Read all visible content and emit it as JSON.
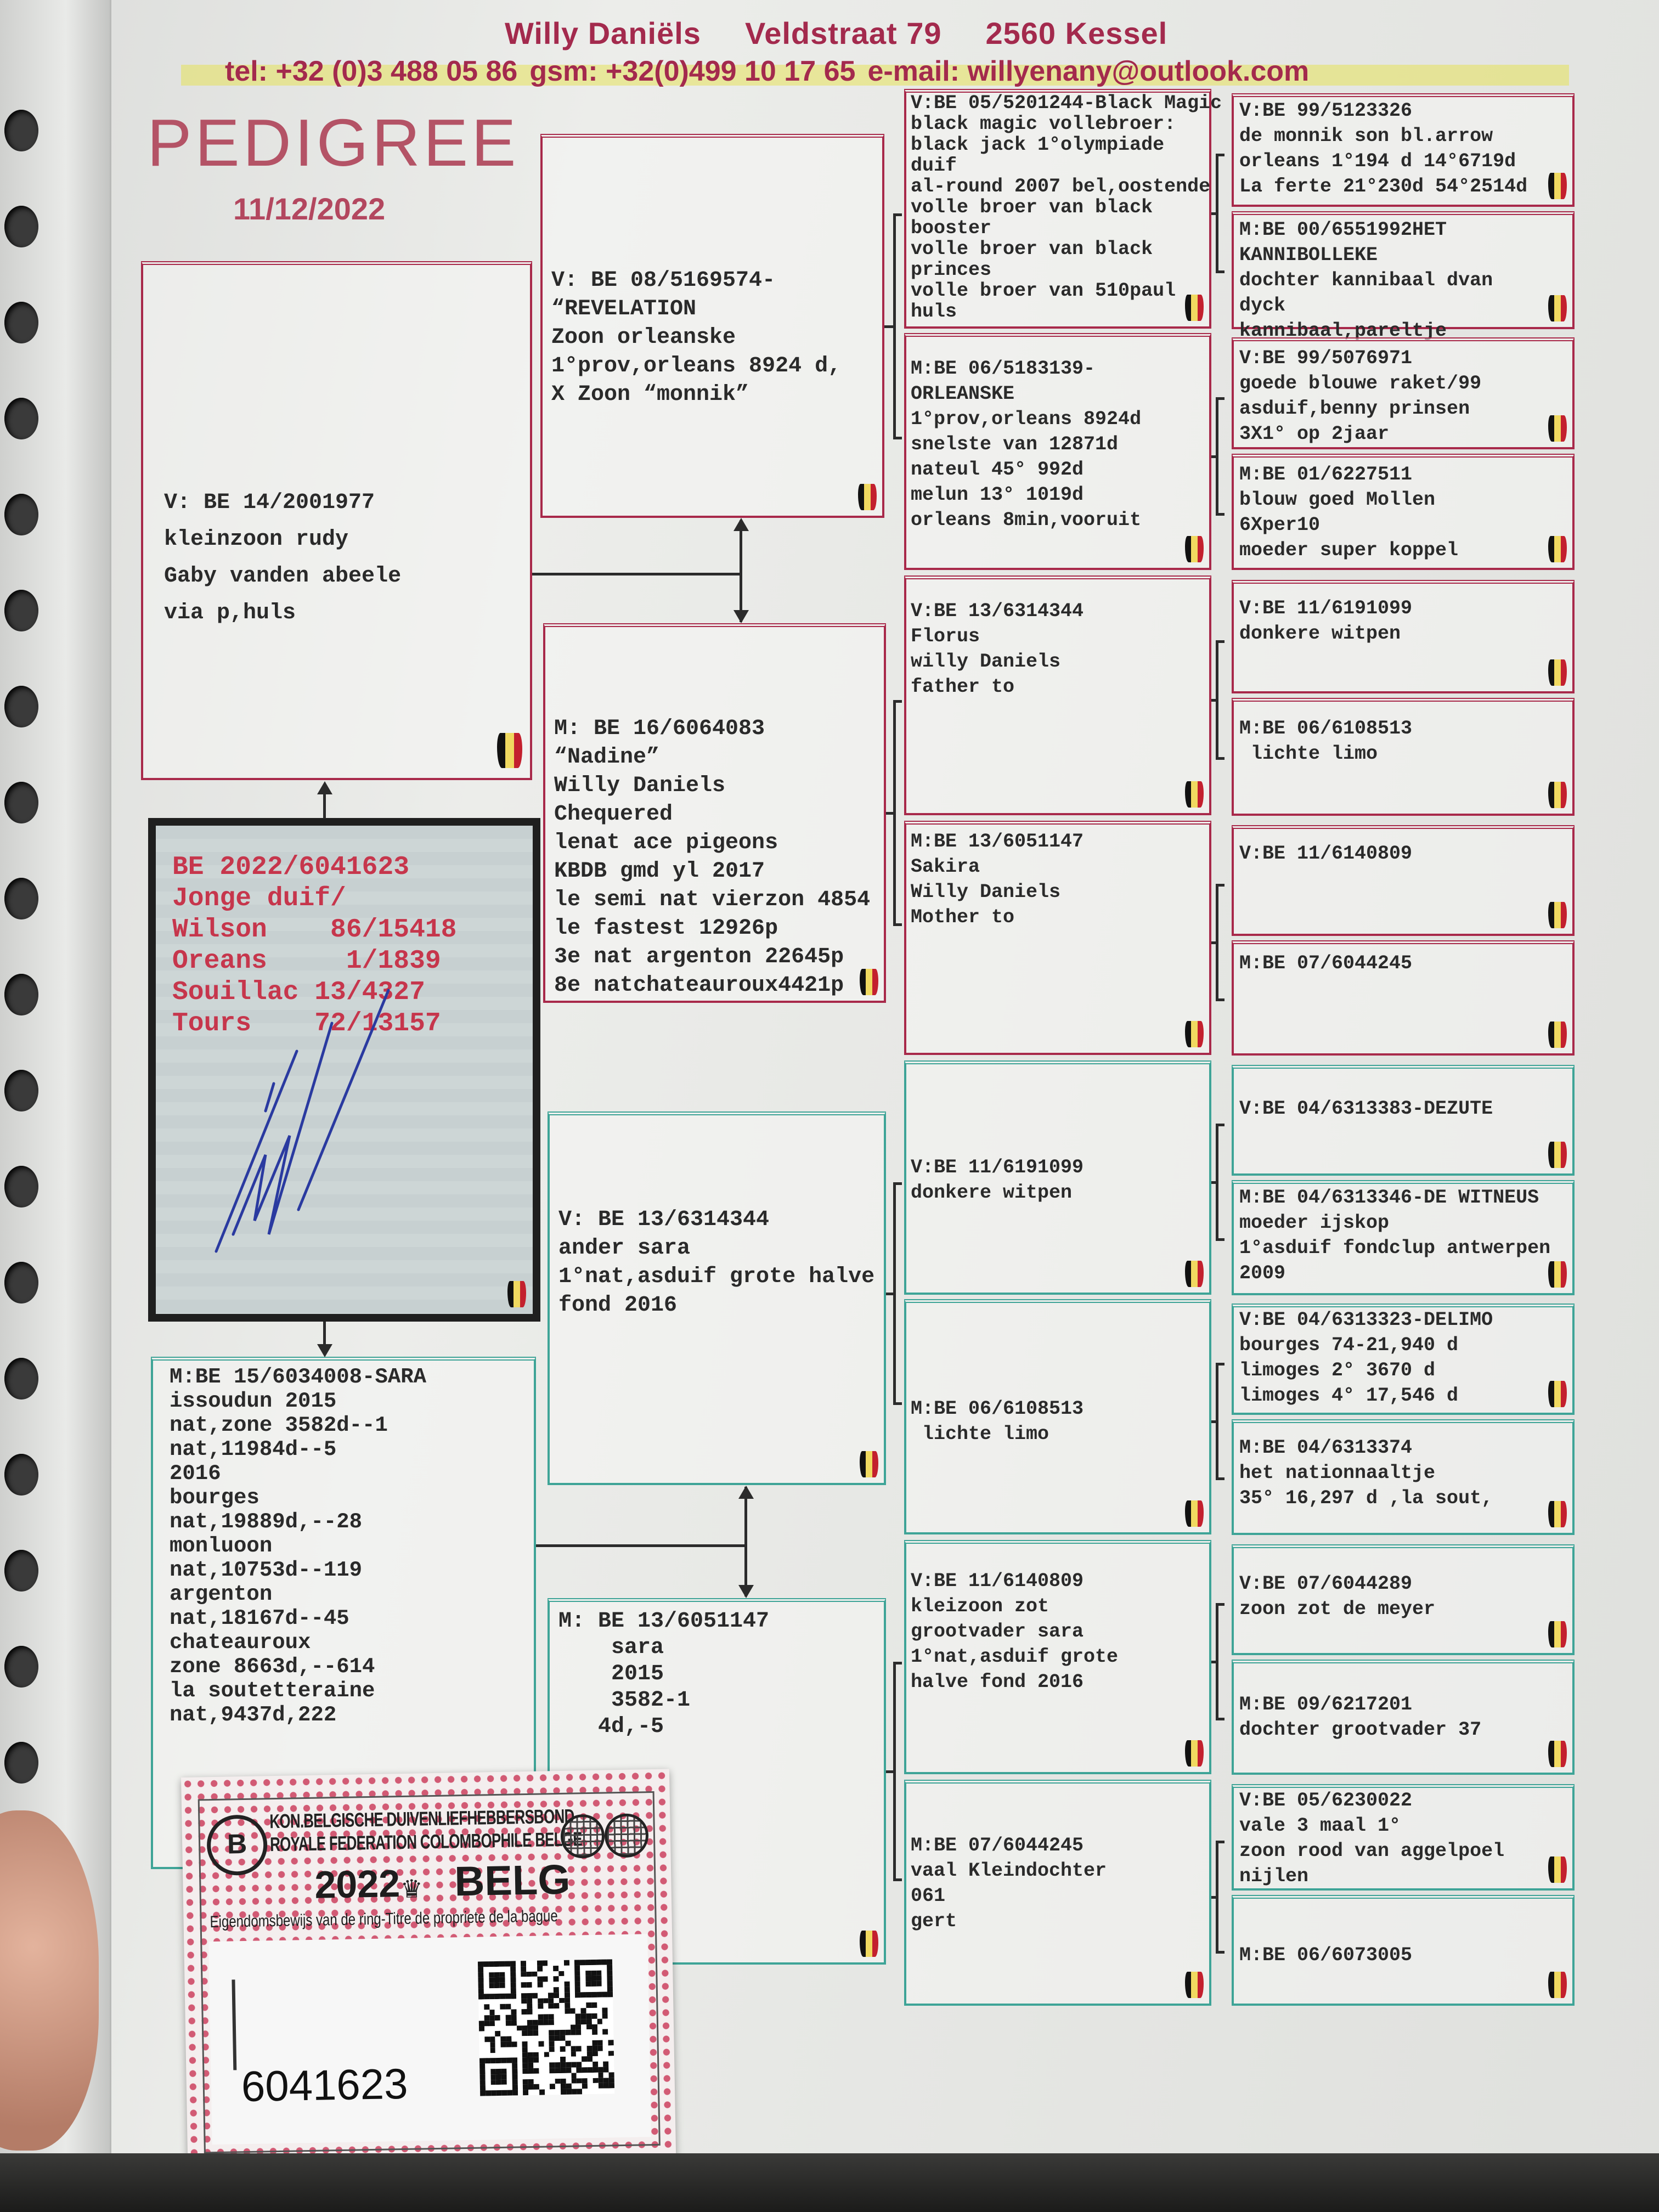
{
  "header": {
    "owner_name": "Willy Daniëls",
    "street": "Veldstraat 79",
    "city": "2560 Kessel",
    "tel": "tel: +32 (0)3 488 05 86",
    "gsm": "gsm: +32(0)499 10 17 65",
    "email": "e-mail: willyenany@outlook.com"
  },
  "title": "PEDIGREE",
  "date": "11/12/2022",
  "subject": {
    "lines": [
      "BE 2022/6041623",
      "Jonge duif/",
      "Wilson    86/15418",
      "Oreans     1/1839",
      "Souillac 13/4327",
      "Tours    72/13157"
    ]
  },
  "sire": {
    "lines": [
      "V: BE 14/2001977",
      "kleinzoon rudy",
      "Gaby vanden abeele",
      "via p,huls"
    ]
  },
  "dam": {
    "lines": [
      "M:BE 15/6034008-SARA",
      "issoudun 2015",
      "nat,zone 3582d--1",
      "nat,11984d--5",
      "2016",
      "bourges",
      "nat,19889d,--28",
      "monluoon",
      "nat,10753d--119",
      "argenton",
      "nat,18167d--45",
      "chateauroux",
      "zone 8663d,--614",
      "la soutetteraine",
      "nat,9437d,222"
    ]
  },
  "gen2": [
    {
      "lines": [
        "V: BE 08/5169574-",
        "“REVELATION",
        "Zoon orleanske",
        "1°prov,orleans 8924 d,",
        "X Zoon “monnik”"
      ]
    },
    {
      "lines": [
        "M: BE 16/6064083",
        "“Nadine”",
        "Willy Daniels",
        "Chequered",
        "lenat ace pigeons",
        "KBDB gmd yl 2017",
        "le semi nat vierzon 4854",
        "le fastest 12926p",
        "3e nat argenton 22645p",
        "8e natchateauroux4421p"
      ]
    },
    {
      "lines": [
        "V: BE 13/6314344",
        "ander sara",
        "1°nat,asduif grote halve",
        "fond 2016"
      ]
    },
    {
      "lines": [
        "M: BE 13/6051147",
        "    sara",
        "    2015",
        "    3582-1",
        "   4d,-5"
      ]
    }
  ],
  "gen3": [
    {
      "lines": [
        "V:BE 05/5201244-Black Magic",
        "black magic vollebroer:",
        "black jack 1°olympiade",
        "duif",
        "al-round 2007 bel,oostende",
        "volle broer van black",
        "booster",
        "volle broer van black",
        "princes",
        "volle broer van 510paul",
        "huls"
      ]
    },
    {
      "lines": [
        "M:BE 06/5183139-",
        "ORLEANSKE",
        "1°prov,orleans 8924d",
        "snelste van 12871d",
        "nateul 45° 992d",
        "melun 13° 1019d",
        "orleans 8min,vooruit"
      ]
    },
    {
      "lines": [
        "V:BE 13/6314344",
        "Florus",
        "willy Daniels",
        "father to"
      ]
    },
    {
      "lines": [
        "M:BE 13/6051147",
        "Sakira",
        "Willy Daniels",
        "Mother to"
      ]
    },
    {
      "lines": [
        "V:BE 11/6191099",
        "donkere witpen"
      ]
    },
    {
      "lines": [
        "M:BE 06/6108513",
        " lichte limo"
      ]
    },
    {
      "lines": [
        "V:BE 11/6140809",
        "kleizoon zot",
        "grootvader sara",
        "1°nat,asduif grote",
        "halve fond 2016"
      ]
    },
    {
      "lines": [
        "M:BE 07/6044245",
        "vaal Kleindochter",
        "061",
        "gert"
      ]
    }
  ],
  "gen4": [
    {
      "lines": [
        "V:BE 99/5123326",
        "de monnik son bl.arrow",
        "orleans 1°194 d 14°6719d",
        "La ferte 21°230d 54°2514d"
      ]
    },
    {
      "lines": [
        "M:BE 00/6551992HET",
        "KANNIBOLLEKE",
        "dochter kannibaal dvan",
        "dyck",
        "kannibaal,pareltje"
      ]
    },
    {
      "lines": [
        "V:BE 99/5076971",
        "goede blouwe raket/99",
        "asduif,benny prinsen",
        "3X1° op 2jaar"
      ]
    },
    {
      "lines": [
        "M:BE 01/6227511",
        "blouw goed Mollen",
        "6Xper10",
        "moeder super koppel"
      ]
    },
    {
      "lines": [
        "V:BE 11/6191099",
        "donkere witpen"
      ]
    },
    {
      "lines": [
        "M:BE 06/6108513",
        " lichte limo"
      ]
    },
    {
      "lines": [
        "V:BE 11/6140809"
      ]
    },
    {
      "lines": [
        "M:BE 07/6044245"
      ]
    },
    {
      "lines": [
        "V:BE 04/6313383-DEZUTE"
      ]
    },
    {
      "lines": [
        "M:BE 04/6313346-DE WITNEUS",
        "moeder ijskop",
        "1°asduif fondclup antwerpen",
        "2009"
      ]
    },
    {
      "lines": [
        "V:BE 04/6313323-DELIMO",
        "bourges 74-21,940 d",
        "limoges 2° 3670 d",
        "limoges 4° 17,546 d"
      ]
    },
    {
      "lines": [
        "M:BE 04/6313374",
        "het nationnaaltje",
        "35° 16,297 d ,la sout,"
      ]
    },
    {
      "lines": [
        "V:BE 07/6044289",
        "zoon zot de meyer"
      ]
    },
    {
      "lines": [
        "M:BE 09/6217201",
        "dochter grootvader 37"
      ]
    },
    {
      "lines": [
        "V:BE 05/6230022",
        "vale 3 maal 1°",
        "zoon rood van aggelpoel",
        "nijlen"
      ]
    },
    {
      "lines": [
        "M:BE 06/6073005"
      ]
    }
  ],
  "ring_card": {
    "org_nl": "KON.BELGISCHE DUIVENLIEFHEBBERSBOND",
    "org_fr": "ROYALE FEDERATION COLOMBOPHILE BELGE",
    "year": "2022",
    "country": "BELG",
    "subtitle": "Eigendomsbewijs van de ring-Titre de propriete de la bague",
    "ring_number": "6041623"
  },
  "colors": {
    "header_text": "#a32a4d",
    "sire_line_border": "#a8294a",
    "dam_line_border": "#3ea497",
    "subject_text": "#c6364c",
    "signature": "#2a3aa0"
  }
}
